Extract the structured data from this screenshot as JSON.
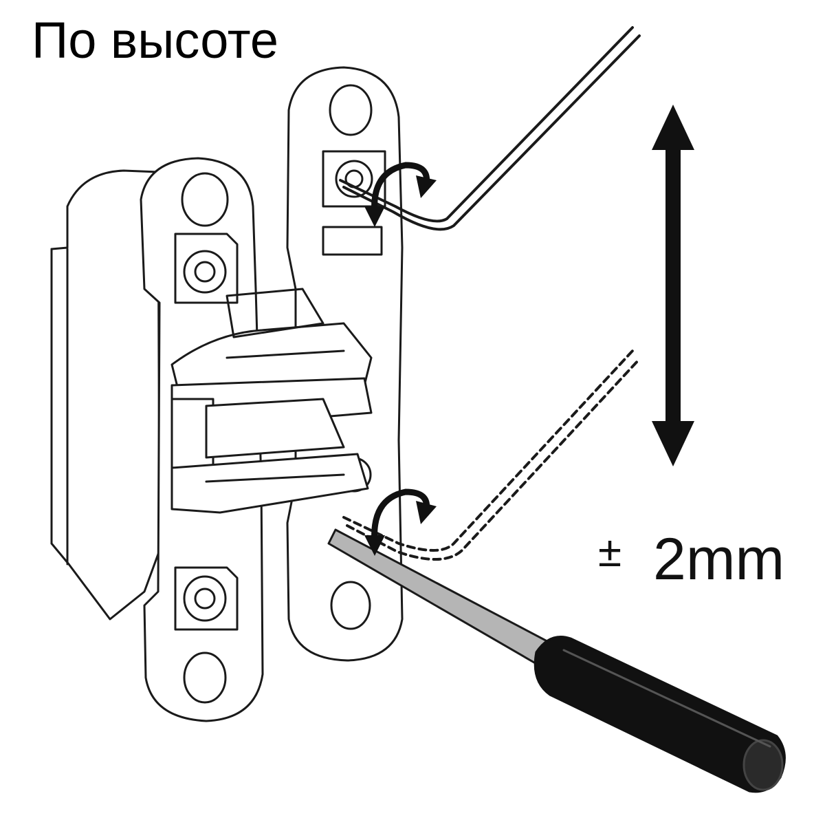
{
  "title": "По высоте",
  "adjustment": {
    "symbol": "±",
    "value": "2mm"
  },
  "icons": [
    "hinge-illustration",
    "hex-key",
    "hex-key-alt-position",
    "screwdriver",
    "rotation-arrow",
    "double-arrow"
  ],
  "colors": {
    "line": "#1a1a1a",
    "fill": "#ffffff",
    "handle": "#111111",
    "shaft": "#b5b5b5"
  }
}
